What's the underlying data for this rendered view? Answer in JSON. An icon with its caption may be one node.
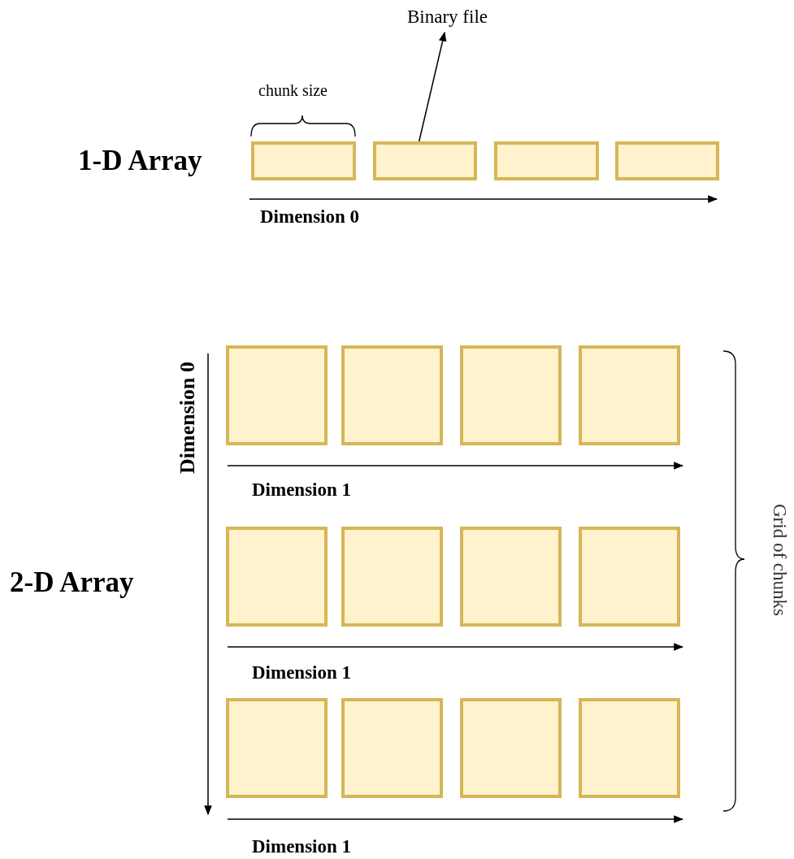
{
  "diagram": {
    "nodes": [
      {
        "text": [
          "Binary file"
        ]
      },
      {
        "text": [],
        "shape": "box"
      },
      {
        "text": [],
        "shape": "box"
      },
      {
        "text": [],
        "shape": "box"
      },
      {
        "text": [],
        "shape": "box"
      },
      {
        "text": [],
        "shape": "box"
      },
      {
        "text": [],
        "shape": "box"
      },
      {
        "text": [],
        "shape": "box"
      },
      {
        "text": [],
        "shape": "box"
      },
      {
        "text": [],
        "shape": "box"
      },
      {
        "text": [],
        "shape": "box"
      },
      {
        "text": [],
        "shape": "box"
      },
      {
        "text": [],
        "shape": "box"
      },
      {
        "text": [],
        "shape": "box"
      },
      {
        "text": [],
        "shape": "box"
      },
      {
        "text": [],
        "shape": "box"
      },
      {
        "text": [],
        "shape": "box"
      }
    ],
    "edges": [
      {
        "from": 2,
        "to": 0,
        "arrow": "to"
      }
    ],
    "labels": [
      "chunk size",
      "1-D Array",
      "Dimension 0",
      "Dimension 0",
      "Dimension 1",
      "Dimension 1",
      "Dimension 1",
      "2-D Array",
      "Grid of chunks"
    ]
  }
}
